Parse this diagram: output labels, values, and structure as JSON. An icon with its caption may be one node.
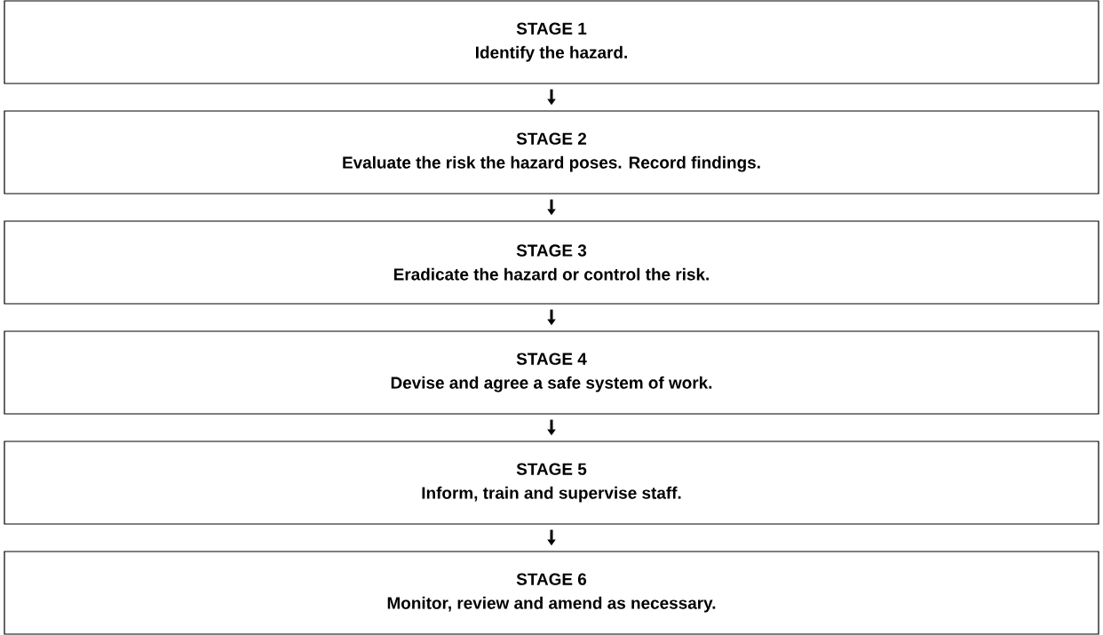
{
  "diagram": {
    "nodes": [
      {
        "text": [
          "STAGE 1",
          "Identify the hazard."
        ]
      },
      {
        "text": [
          "STAGE 2",
          "Evaluate the risk the hazard poses.  Record findings."
        ]
      },
      {
        "text": [
          "STAGE 3",
          "Eradicate the hazard or control the risk."
        ]
      },
      {
        "text": [
          "STAGE 4",
          "Devise and agree a safe system of work."
        ]
      },
      {
        "text": [
          "STAGE 5",
          "Inform, train and supervise staff."
        ]
      },
      {
        "text": [
          "STAGE 6",
          "Monitor, review and amend as necessary."
        ]
      }
    ],
    "edges": [
      {
        "from": 0,
        "to": 1,
        "arrow": "to"
      },
      {
        "from": 1,
        "to": 2,
        "arrow": "to"
      },
      {
        "from": 2,
        "to": 3,
        "arrow": "to"
      },
      {
        "from": 3,
        "to": 4,
        "arrow": "to"
      },
      {
        "from": 4,
        "to": 5,
        "arrow": "to"
      }
    ]
  }
}
